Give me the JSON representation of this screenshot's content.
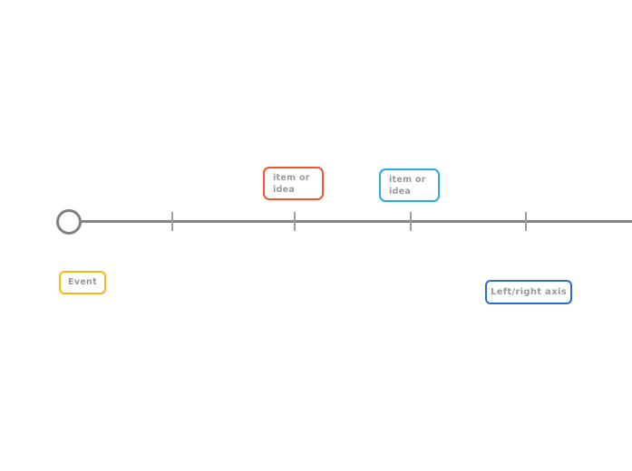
{
  "diagram": {
    "type": "timeline-template",
    "axis": {
      "orientation": "horizontal",
      "line_color": "#848484",
      "tick_color": "#9e9e9e",
      "tick_count": 4,
      "origin_marker": "circle",
      "origin_marker_color": "#808080"
    },
    "text_color": "#999999",
    "nodes": [
      {
        "id": "item-or-idea-1",
        "label": "item or idea",
        "border_color": "#f1562f",
        "position": "above-axis"
      },
      {
        "id": "item-or-idea-2",
        "label": "item or idea",
        "border_color": "#29abe2",
        "position": "above-axis"
      },
      {
        "id": "event",
        "label": "Event",
        "border_color": "#fcb714",
        "position": "below-axis"
      },
      {
        "id": "left-right-axis",
        "label": "Left/right axis",
        "border_color": "#2a6bd2",
        "position": "below-axis"
      }
    ]
  }
}
